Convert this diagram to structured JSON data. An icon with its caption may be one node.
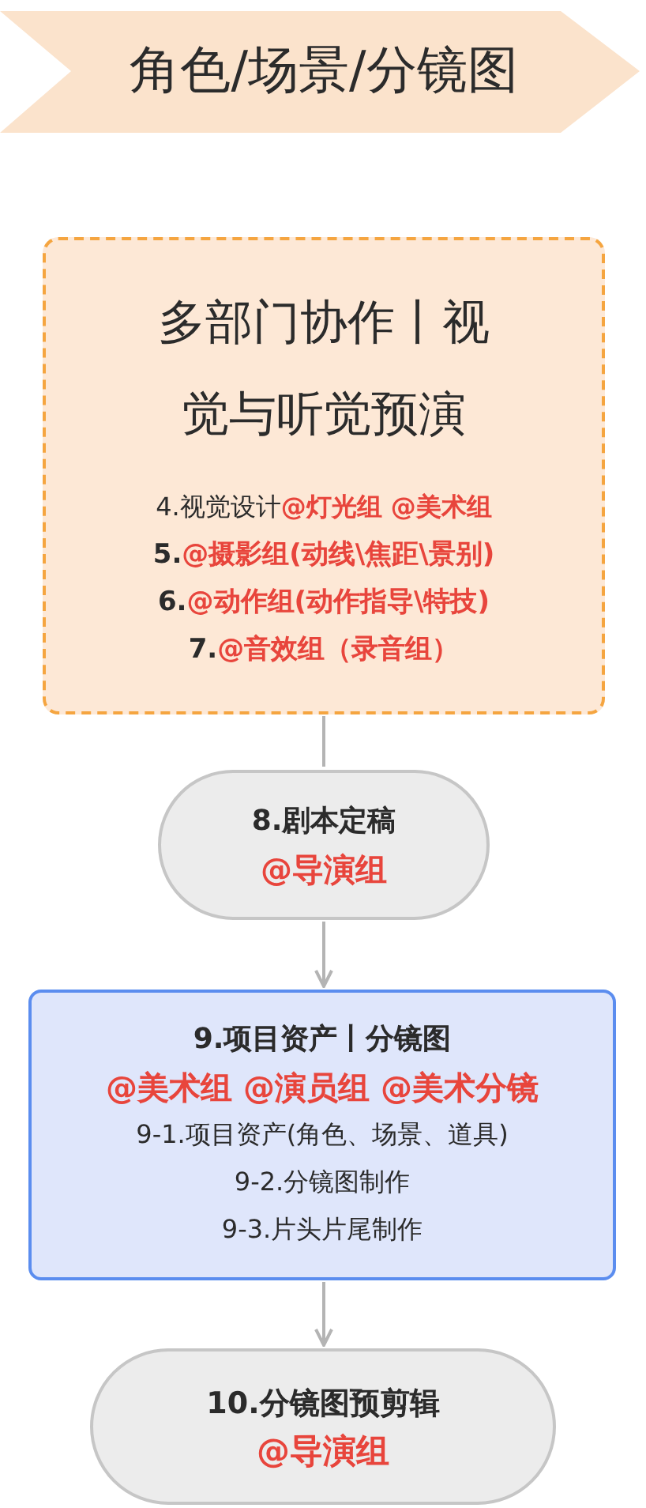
{
  "diagram": {
    "title": "角色/场景/分镜图",
    "nodes": [
      {
        "text": [
          "多部门协作丨视觉与听觉预演",
          "4.视觉设计",
          "@灯光组 @美术组",
          "5.",
          "@摄影组(动线\\焦距\\景别)",
          "6.",
          "@动作组(动作指导\\特技)",
          "7.",
          "@音效组（录音组）"
        ]
      },
      {
        "text": [
          "8.剧本定稿",
          "@导演组"
        ]
      },
      {
        "text": [
          "9.项目资产丨分镜图",
          "@美术组 @演员组 @美术分镜",
          "9-1.项目资产(角色、场景、道具)",
          "9-2.分镜图制作",
          "9-3.片头片尾制作"
        ]
      },
      {
        "text": [
          "10.分镜图预剪辑",
          "@导演组"
        ]
      }
    ],
    "edges": [
      {
        "from": 0,
        "to": 1,
        "arrow": "none"
      },
      {
        "from": 1,
        "to": 2,
        "arrow": "to"
      },
      {
        "from": 2,
        "to": 3,
        "arrow": "to"
      }
    ]
  }
}
